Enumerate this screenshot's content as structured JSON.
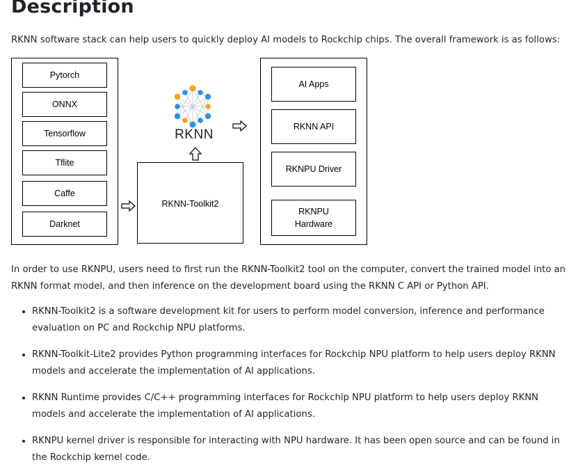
{
  "heading": "Description",
  "intro": "RKNN software stack can help users to quickly deploy AI models to Rockchip chips. The overall framework is as follows:",
  "diagram": {
    "frameworks": [
      "Pytorch",
      "ONNX",
      "Tensorflow",
      "Tflite",
      "Caffe",
      "Darknet"
    ],
    "toolkit": "RKNN-Toolkit2",
    "rknn_logo": "RKNN",
    "stack": [
      "AI Apps",
      "RKNN API",
      "RKNPU Driver",
      "RKNPU Hardware"
    ]
  },
  "paragraph": "In order to use RKNPU, users need to first run the RKNN-Toolkit2 tool on the computer, convert the trained model into an RKNN format model, and then inference on the development board using the RKNN C API or Python API.",
  "bullets": [
    "RKNN-Toolkit2 is a software development kit for users to perform model conversion, inference and performance evaluation on PC and Rockchip NPU platforms.",
    "RKNN-Toolkit-Lite2 provides Python programming interfaces for Rockchip NPU platform to help users deploy RKNN models and accelerate the implementation of AI applications.",
    "RKNN Runtime provides C/C++ programming interfaces for Rockchip NPU platform to help users deploy RKNN models and accelerate the implementation of AI applications.",
    "RKNPU kernel driver is responsible for interacting with NPU hardware. It has been open source and can be found in the Rockchip kernel code."
  ]
}
